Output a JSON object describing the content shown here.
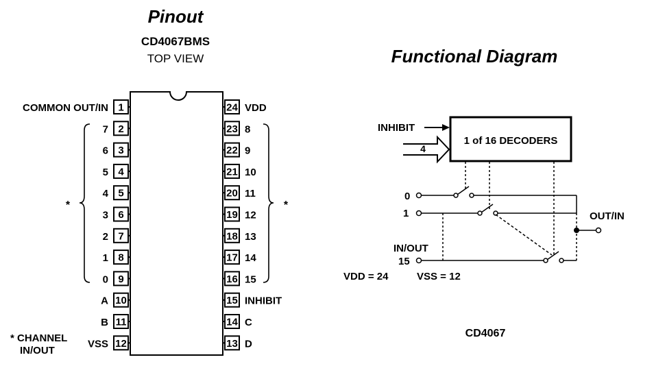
{
  "pinout": {
    "title": "Pinout",
    "part": "CD4067BMS",
    "view": "TOP VIEW",
    "left_pins": [
      {
        "num": "1",
        "label": "COMMON OUT/IN"
      },
      {
        "num": "2",
        "label": "7"
      },
      {
        "num": "3",
        "label": "6"
      },
      {
        "num": "4",
        "label": "5"
      },
      {
        "num": "5",
        "label": "4"
      },
      {
        "num": "6",
        "label": "3"
      },
      {
        "num": "7",
        "label": "2"
      },
      {
        "num": "8",
        "label": "1"
      },
      {
        "num": "9",
        "label": "0"
      },
      {
        "num": "10",
        "label": "A"
      },
      {
        "num": "11",
        "label": "B"
      },
      {
        "num": "12",
        "label": "VSS"
      }
    ],
    "right_pins": [
      {
        "num": "24",
        "label": "VDD"
      },
      {
        "num": "23",
        "label": "8"
      },
      {
        "num": "22",
        "label": "9"
      },
      {
        "num": "21",
        "label": "10"
      },
      {
        "num": "20",
        "label": "11"
      },
      {
        "num": "19",
        "label": "12"
      },
      {
        "num": "18",
        "label": "13"
      },
      {
        "num": "17",
        "label": "14"
      },
      {
        "num": "16",
        "label": "15"
      },
      {
        "num": "15",
        "label": "INHIBIT"
      },
      {
        "num": "14",
        "label": "C"
      },
      {
        "num": "13",
        "label": "D"
      }
    ],
    "asterisk": "*",
    "footnote_line1": "* CHANNEL",
    "footnote_line2": "IN/OUT"
  },
  "functional": {
    "title": "Functional Diagram",
    "decoder_label": "1 of 16 DECODERS",
    "inhibit_label": "INHIBIT",
    "bus_width": "4",
    "input_0": "0",
    "input_1": "1",
    "inout_label": "IN/OUT",
    "input_15": "15",
    "outin_label": "OUT/IN",
    "vdd_label": "VDD = 24",
    "vss_label": "VSS = 12",
    "part_label": "CD4067"
  }
}
